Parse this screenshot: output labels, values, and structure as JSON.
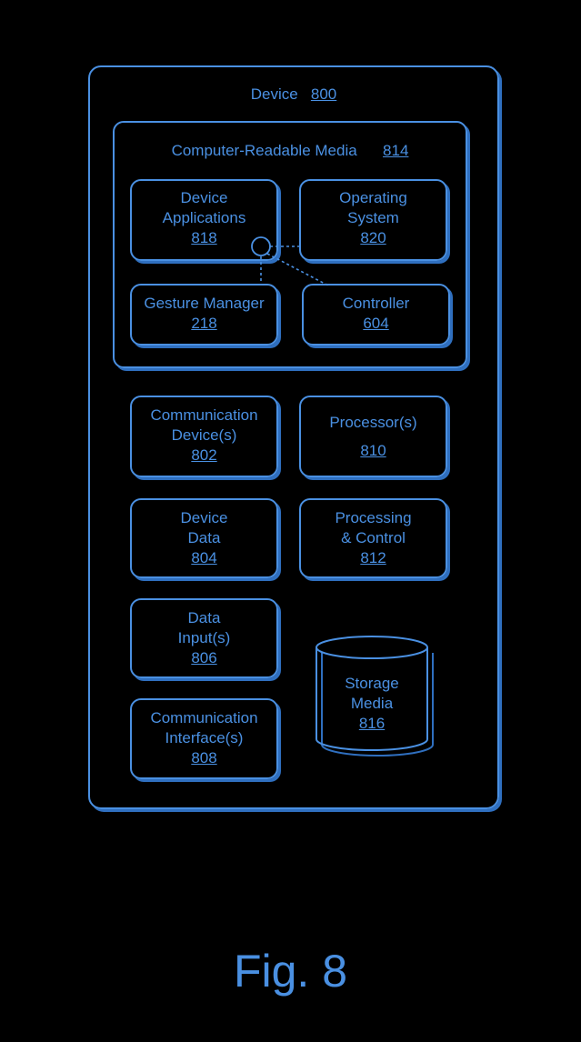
{
  "device": {
    "label": "Device",
    "ref": "800"
  },
  "crm": {
    "label": "Computer-Readable Media",
    "ref": "814"
  },
  "device_applications": {
    "line1": "Device",
    "line2": "Applications",
    "ref": "818"
  },
  "operating_system": {
    "line1": "Operating",
    "line2": "System",
    "ref": "820"
  },
  "gesture_manager": {
    "line1": "Gesture Manager",
    "ref": "218"
  },
  "controller": {
    "line1": "Controller",
    "ref": "604"
  },
  "communication_devices": {
    "line1": "Communication",
    "line2": "Device(s)",
    "ref": "802"
  },
  "processors": {
    "line1": "Processor(s)",
    "ref": "810"
  },
  "device_data": {
    "line1": "Device",
    "line2": "Data",
    "ref": "804"
  },
  "processing_control": {
    "line1": "Processing",
    "line2": "& Control",
    "ref": "812"
  },
  "data_inputs": {
    "line1": "Data",
    "line2": "Input(s)",
    "ref": "806"
  },
  "communication_interfaces": {
    "line1": "Communication",
    "line2": "Interface(s)",
    "ref": "808"
  },
  "storage_media": {
    "line1": "Storage",
    "line2": "Media",
    "ref": "816"
  },
  "figure_caption": "Fig. 8",
  "colors": {
    "stroke": "#4a90e2",
    "shadow": "#2f6fbf",
    "background": "#000000"
  }
}
